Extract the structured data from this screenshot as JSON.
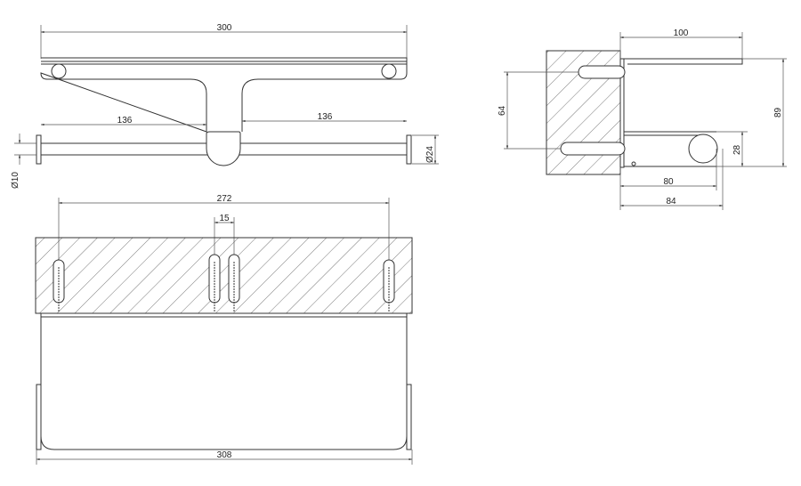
{
  "drawing": {
    "top_view": {
      "overall_width": "300",
      "left_arm_length": "136",
      "right_arm_length": "136",
      "rod_diameter": "Ø10",
      "end_cap_diameter": "Ø24"
    },
    "front_view": {
      "outer_anchor_spacing": "272",
      "center_anchor_spacing": "15",
      "overall_width": "308"
    },
    "side_view": {
      "depth_top": "100",
      "anchor_vertical_spacing": "64",
      "overall_height": "89",
      "rod_height": "28",
      "rod_center_depth": "80",
      "overall_depth": "84"
    }
  }
}
